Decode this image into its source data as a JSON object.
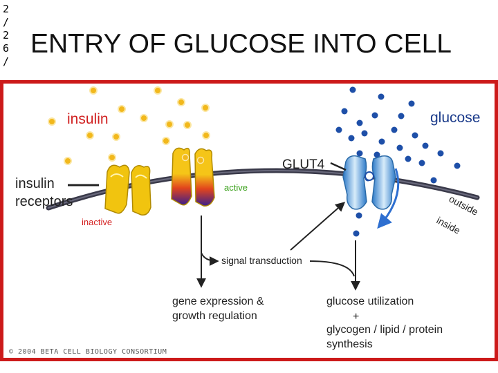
{
  "date_stamp": [
    "2",
    "/",
    "2",
    "6",
    "/"
  ],
  "title": "ENTRY OF GLUCOSE INTO CELL",
  "diagram": {
    "labels": {
      "insulin": "insulin",
      "glucose": "glucose",
      "glut4": "GLUT4",
      "insulin_receptors_line1": "insulin",
      "insulin_receptors_line2": "receptors",
      "active": "active",
      "inactive": "inactive",
      "outside": "outside",
      "inside": "inside",
      "signal_transduction": "signal transduction",
      "gene_expression_line1": "gene expression &",
      "gene_expression_line2": "growth regulation",
      "glucose_utilization": "glucose utilization",
      "plus": "+",
      "glycogen_line1": "glycogen / lipid / protein",
      "glycogen_line2": "synthesis",
      "copyright": "© 2004 BETA CELL BIOLOGY CONSORTIUM"
    },
    "colors": {
      "frame": "#cc1a1a",
      "insulin_text": "#d02020",
      "glucose_text": "#1a3a8a",
      "insulin_dot": "#f2b81c",
      "glucose_dot": "#1e4fa8",
      "receptor": "#f1c40f",
      "active_text": "#3aa01a",
      "inactive_text": "#d42020",
      "membrane": "#3a3a4a",
      "glut4": "#5aa8e0",
      "arrow": "#222222",
      "curved_arrow": "#2e6fd0"
    }
  }
}
